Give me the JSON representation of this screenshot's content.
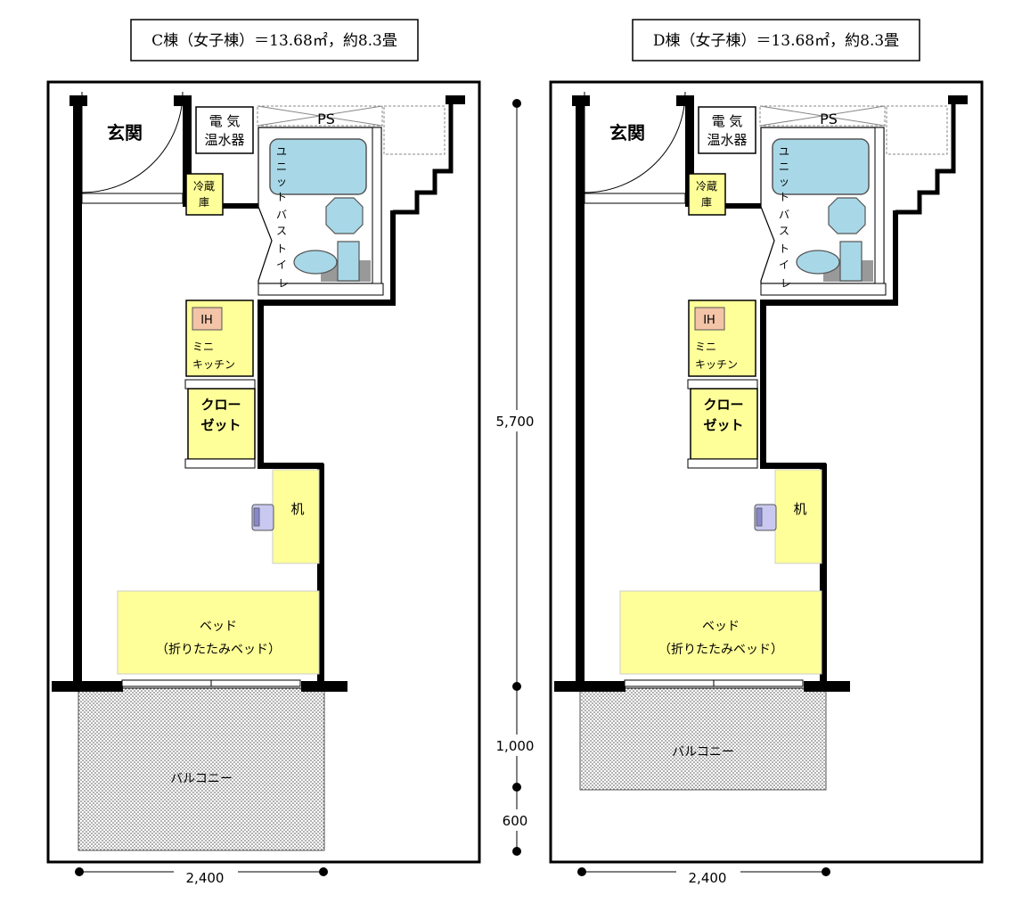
{
  "plans": [
    {
      "title": "C棟（女子棟）＝13.68㎡，約8.3畳",
      "entrance": "玄関",
      "water_heater": [
        "電 気",
        "温水器"
      ],
      "ps": "PS",
      "fridge": [
        "冷蔵",
        "庫"
      ],
      "unit_bath": [
        "ユ",
        "ニ",
        "ッ",
        "ト",
        "バ",
        "ス",
        "ト",
        "イ",
        "レ"
      ],
      "ih": "IH",
      "mini_kitchen": [
        "ミニ",
        "キッチン"
      ],
      "closet": [
        "クロー",
        "ゼット"
      ],
      "desk": "机",
      "bed": [
        "ベッド",
        "（折りたたみベッド）"
      ],
      "balcony": "バルコニー",
      "width_dim": "2,400"
    },
    {
      "title": "D棟（女子棟）＝13.68㎡，約8.3畳",
      "entrance": "玄関",
      "water_heater": [
        "電 気",
        "温水器"
      ],
      "ps": "PS",
      "fridge": [
        "冷蔵",
        "庫"
      ],
      "unit_bath": [
        "ユ",
        "ニ",
        "ッ",
        "ト",
        "バ",
        "ス",
        "ト",
        "イ",
        "レ"
      ],
      "ih": "IH",
      "mini_kitchen": [
        "ミニ",
        "キッチン"
      ],
      "closet": [
        "クロー",
        "ゼット"
      ],
      "desk": "机",
      "bed": [
        "ベッド",
        "（折りたたみベッド）"
      ],
      "balcony": "バルコニー",
      "width_dim": "2,400"
    }
  ],
  "dimensions": {
    "room_depth": "5,700",
    "balcony_depth": "1,000",
    "extra_depth": "600"
  },
  "colors": {
    "fixture_yellow": "#ffff99",
    "bath_blue": "#a8d8e8",
    "ih_pink": "#f4c4a8",
    "wall": "#000000"
  }
}
